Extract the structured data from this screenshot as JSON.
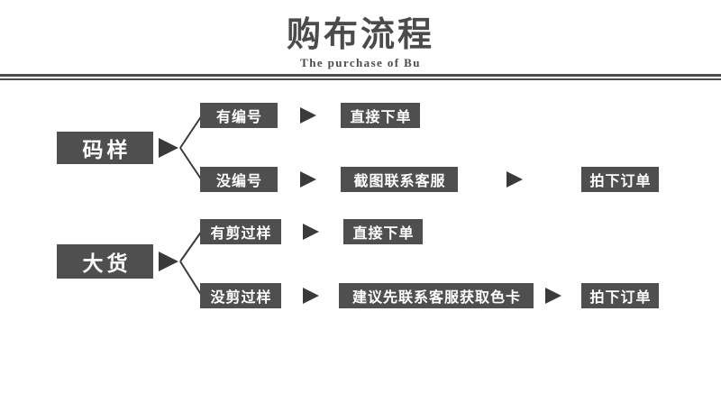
{
  "header": {
    "title": "购布流程",
    "subtitle": "The purchase of Bu"
  },
  "colors": {
    "box_fill": "#4f4f4f",
    "box_text": "#ffffff",
    "line": "#4b4b4b",
    "arrow": "#3a3a3a",
    "background": "#ffffff"
  },
  "flow": {
    "rows": [
      {
        "root": "码样",
        "branches": [
          {
            "condition": "有编号",
            "steps": [
              "直接下单"
            ]
          },
          {
            "condition": "没编号",
            "steps": [
              "截图联系客服",
              "拍下订单"
            ]
          }
        ]
      },
      {
        "root": "大货",
        "branches": [
          {
            "condition": "有剪过样",
            "steps": [
              "直接下单"
            ]
          },
          {
            "condition": "没剪过样",
            "steps": [
              "建议先联系客服获取色卡",
              "拍下订单"
            ]
          }
        ]
      }
    ]
  },
  "labels": {
    "r0_root": "码样",
    "r0_b0_cond": "有编号",
    "r0_b0_s0": "直接下单",
    "r0_b1_cond": "没编号",
    "r0_b1_s0": "截图联系客服",
    "r0_b1_s1": "拍下订单",
    "r1_root": "大货",
    "r1_b0_cond": "有剪过样",
    "r1_b0_s0": "直接下单",
    "r1_b1_cond": "没剪过样",
    "r1_b1_s0": "建议先联系客服获取色卡",
    "r1_b1_s1": "拍下订单"
  }
}
